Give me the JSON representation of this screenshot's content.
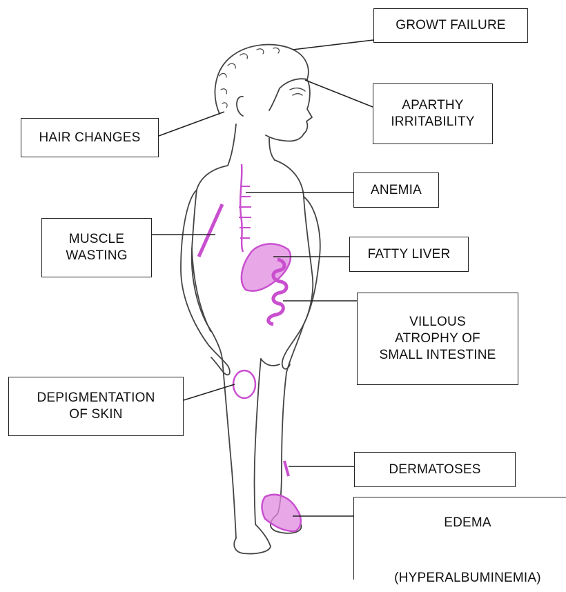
{
  "labels": {
    "growth_failure": "GROWT FAILURE",
    "apathy": "APARTHY\nIRRITABILITY",
    "hair_changes": "HAIR CHANGES",
    "anemia": "ANEMIA",
    "muscle_wasting": "MUSCLE\nWASTING",
    "fatty_liver": "FATTY LIVER",
    "villous_atrophy": "VILLOUS\nATROPHY OF\nSMALL INTESTINE",
    "depigmentation": "DEPIGMENTATION\nOF SKIN",
    "dermatoses": "DERMATOSES",
    "edema": "EDEMA\n\n(HYPERALBUMINEMIA)"
  },
  "colors": {
    "highlight": "#c94fcf",
    "highlight_fill": "#e08be0",
    "outline": "#333333"
  }
}
